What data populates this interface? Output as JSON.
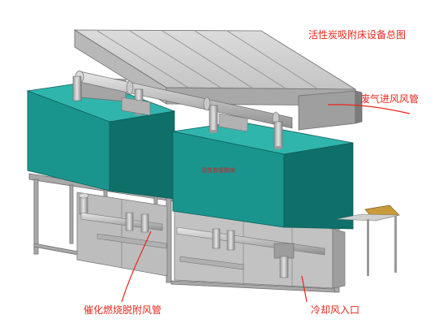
{
  "labels": {
    "title": "活性炭吸附床设备总图",
    "waste_gas_inlet": "废气进风风管",
    "adsorption_bed": "活性炭吸附床",
    "catalytic_desorption": "催化燃烧脱附风管",
    "cooling_inlet": "冷却风入口"
  },
  "colors": {
    "bed_front": "#1a958e",
    "bed_top": "#30b5ad",
    "bed_side": "#0f6f69",
    "duct_metal": "#b9b9b9",
    "annotation_red": "#e8281c"
  }
}
